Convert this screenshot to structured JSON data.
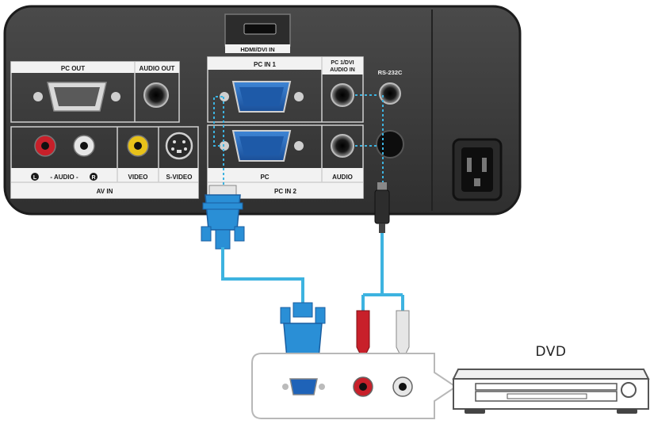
{
  "panel": {
    "hdmi_label": "HDMI/DVI IN",
    "pc_out_label": "PC OUT",
    "audio_out_label": "AUDIO OUT",
    "pc_in1_label": "PC IN 1",
    "pc1_dvi_audio_label_line1": "PC 1/DVI",
    "pc1_dvi_audio_label_line2": "AUDIO IN",
    "rs232c_label": "RS-232C",
    "audio_channel_label": "- AUDIO -",
    "video_label": "VIDEO",
    "svideo_label": "S-VIDEO",
    "av_in_label": "AV IN",
    "pc_label": "PC",
    "audio_label": "AUDIO",
    "pc_in2_label": "PC IN 2",
    "left_channel_glyph": "L",
    "right_channel_glyph": "R"
  },
  "device": {
    "dvd_label": "DVD"
  },
  "colors": {
    "panel_body": "#3a3a3a",
    "panel_label_bg": "#f2f2f2",
    "vga_port_blue": "#1f63b8",
    "cable_blue": "#2a8fd6",
    "cable_line": "#3db3e0",
    "rca_red": "#c8202a",
    "rca_white": "#e6e6e6",
    "rca_yellow": "#e8c21a"
  }
}
